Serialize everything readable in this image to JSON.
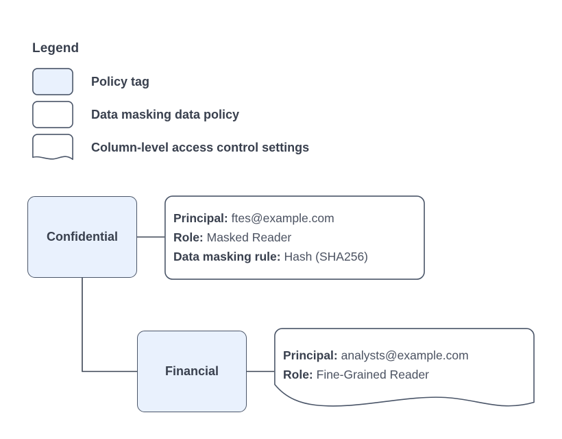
{
  "legend": {
    "title": "Legend",
    "items": [
      {
        "shape": "policy-tag-swatch",
        "label": "Policy tag"
      },
      {
        "shape": "data-policy-swatch",
        "label": "Data masking data policy"
      },
      {
        "shape": "column-access-swatch",
        "label": "Column-level access control settings"
      }
    ]
  },
  "diagram": {
    "nodes": [
      {
        "id": "confidential",
        "label": "Confidential"
      },
      {
        "id": "financial",
        "label": "Financial"
      }
    ],
    "details": [
      {
        "id": "detail-confidential",
        "shape": "rounded-rect",
        "lines": [
          {
            "key": "Principal:",
            "value": "ftes@example.com"
          },
          {
            "key": "Role:",
            "value": "Masked Reader"
          },
          {
            "key": "Data masking rule:",
            "value": "Hash (SHA256)"
          }
        ]
      },
      {
        "id": "detail-financial",
        "shape": "wave-bottom-document",
        "lines": [
          {
            "key": "Principal:",
            "value": "analysts@example.com"
          },
          {
            "key": "Role:",
            "value": "Fine-Grained Reader"
          }
        ]
      }
    ]
  },
  "colors": {
    "node_fill": "#e9f1fd",
    "stroke": "#4a5568",
    "text": "#39404e",
    "value_text": "#4b5261",
    "background": "#ffffff"
  }
}
